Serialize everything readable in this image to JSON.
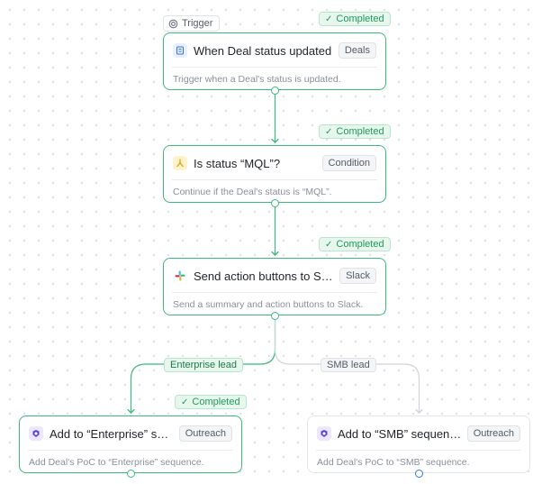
{
  "trigger_badge": {
    "label": "Trigger",
    "icon": "target-icon"
  },
  "status_label": "Completed",
  "colors": {
    "completed": "#3cb97b",
    "pending_port": "#2f7ad8",
    "edge_pending": "#d0d4d9"
  },
  "nodes": [
    {
      "id": "n1",
      "title": "When Deal status updated",
      "tag": "Deals",
      "description": "Trigger when a Deal's status is updated.",
      "icon": "deals-icon",
      "completed": true
    },
    {
      "id": "n2",
      "title": "Is status “MQL”?",
      "tag": "Condition",
      "description": "Continue if the Deal's status is “MQL”.",
      "icon": "condition-icon",
      "completed": true
    },
    {
      "id": "n3",
      "title": "Send action buttons to Slack",
      "tag": "Slack",
      "description": "Send a summary and action buttons to Slack.",
      "icon": "slack-icon",
      "completed": true
    },
    {
      "id": "n4",
      "title": "Add to “Enterprise” sequence",
      "tag": "Outreach",
      "description": "Add Deal's PoC to “Enterprise” sequence.",
      "icon": "outreach-icon",
      "completed": true
    },
    {
      "id": "n5",
      "title": "Add to “SMB” sequence",
      "tag": "Outreach",
      "description": "Add Deal's PoC to “SMB” sequence.",
      "icon": "outreach-icon",
      "completed": false
    }
  ],
  "branches": {
    "enterprise": "Enterprise lead",
    "smb": "SMB lead"
  }
}
